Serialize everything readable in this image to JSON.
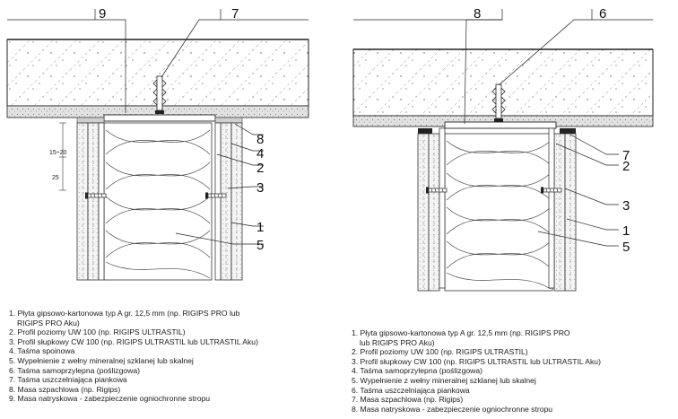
{
  "left_detail": {
    "callouts": {
      "top_a": "9",
      "top_b": "7",
      "side_1": "8",
      "side_2": "4",
      "side_3": "2",
      "side_4": "3",
      "side_5": "1",
      "side_6": "5"
    },
    "dimensions": [
      "15÷20",
      "25"
    ],
    "legend": [
      "1. Płyta gipsowo-kartonowa typ A gr. 12,5 mm (np. RIGIPS PRO lub",
      "RIGIPS PRO Aku)",
      "2. Profil poziomy UW 100 (np. RIGIPS ULTRASTIL)",
      "3. Profil słupkowy CW 100 (np. RIGIPS ULTRASTIL lub ULTRASTIL Aku)",
      "4. Taśma spoinowa",
      "5. Wypełnienie z wełny mineralnej szklanej lub skalnej",
      "6. Taśma samoprzylepna (poślizgowa)",
      "7. Taśma uszczelniająca piankowa",
      "8. Masa szpachlowa (np. Rigips)",
      "9. Masa natryskowa - zabezpieczenie ogniochronne stropu"
    ]
  },
  "right_detail": {
    "callouts": {
      "top_a": "8",
      "top_b": "6",
      "side_1": "7",
      "side_2": "2",
      "side_3": "3",
      "side_4": "1",
      "side_5": "5"
    },
    "legend": [
      "1. Płyta gipsowo-kartonowa typ A gr. 12,5 mm (np. RIGIPS PRO",
      "lub RIGIPS PRO Aku)",
      "2. Profil poziomy UW 100 (np. RIGIPS ULTRASTIL)",
      "3. Profil słupkowy CW 100 (np. RIGIPS ULTRASTIL lub ULTRASTIL Aku)",
      "4. Taśma samoprzylepna (poślizgowa)",
      "5. Wypełnienie z wełny mineralnej szklanej lub skalnej",
      "6. Taśma uszczelniająca piankowa",
      "7. Masa szpachlowa (np. Rigips)",
      "8. Masa natryskowa - zabezpieczenie ogniochronne stropu"
    ]
  }
}
